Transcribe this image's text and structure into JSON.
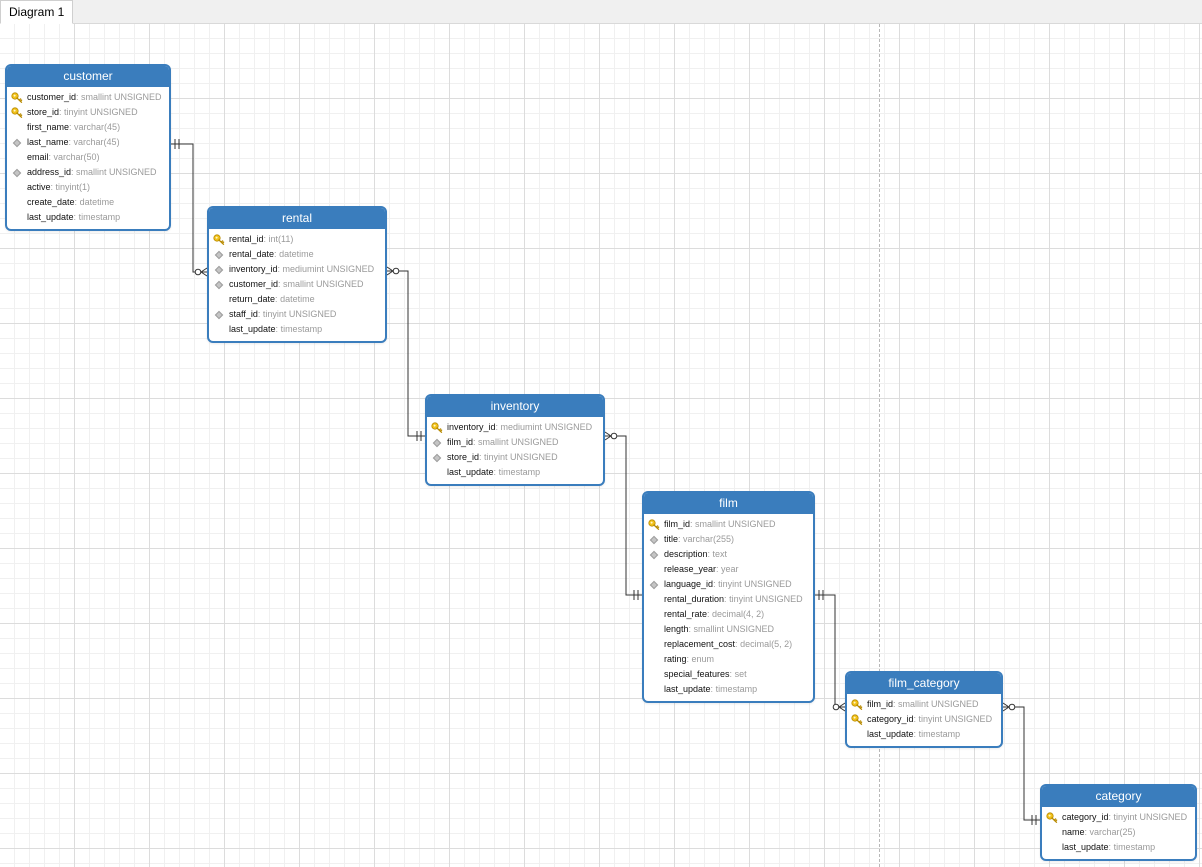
{
  "tab": {
    "label": "Diagram 1"
  },
  "tables": [
    {
      "name": "customer",
      "columns": [
        {
          "name": "customer_id",
          "type": "smallint UNSIGNED",
          "marker": "pk"
        },
        {
          "name": "store_id",
          "type": "tinyint UNSIGNED",
          "marker": "pk"
        },
        {
          "name": "first_name",
          "type": "varchar(45)",
          "marker": "none"
        },
        {
          "name": "last_name",
          "type": "varchar(45)",
          "marker": "idx"
        },
        {
          "name": "email",
          "type": "varchar(50)",
          "marker": "none"
        },
        {
          "name": "address_id",
          "type": "smallint UNSIGNED",
          "marker": "idx"
        },
        {
          "name": "active",
          "type": "tinyint(1)",
          "marker": "none"
        },
        {
          "name": "create_date",
          "type": "datetime",
          "marker": "none"
        },
        {
          "name": "last_update",
          "type": "timestamp",
          "marker": "none"
        }
      ]
    },
    {
      "name": "rental",
      "columns": [
        {
          "name": "rental_id",
          "type": "int(11)",
          "marker": "pk"
        },
        {
          "name": "rental_date",
          "type": "datetime",
          "marker": "idx"
        },
        {
          "name": "inventory_id",
          "type": "mediumint UNSIGNED",
          "marker": "idx"
        },
        {
          "name": "customer_id",
          "type": "smallint UNSIGNED",
          "marker": "idx"
        },
        {
          "name": "return_date",
          "type": "datetime",
          "marker": "none"
        },
        {
          "name": "staff_id",
          "type": "tinyint UNSIGNED",
          "marker": "idx"
        },
        {
          "name": "last_update",
          "type": "timestamp",
          "marker": "none"
        }
      ]
    },
    {
      "name": "inventory",
      "columns": [
        {
          "name": "inventory_id",
          "type": "mediumint UNSIGNED",
          "marker": "pk"
        },
        {
          "name": "film_id",
          "type": "smallint UNSIGNED",
          "marker": "idx"
        },
        {
          "name": "store_id",
          "type": "tinyint UNSIGNED",
          "marker": "idx"
        },
        {
          "name": "last_update",
          "type": "timestamp",
          "marker": "none"
        }
      ]
    },
    {
      "name": "film",
      "columns": [
        {
          "name": "film_id",
          "type": "smallint UNSIGNED",
          "marker": "pk"
        },
        {
          "name": "title",
          "type": "varchar(255)",
          "marker": "idx"
        },
        {
          "name": "description",
          "type": "text",
          "marker": "idx"
        },
        {
          "name": "release_year",
          "type": "year",
          "marker": "none"
        },
        {
          "name": "language_id",
          "type": "tinyint UNSIGNED",
          "marker": "idx"
        },
        {
          "name": "rental_duration",
          "type": "tinyint UNSIGNED",
          "marker": "none"
        },
        {
          "name": "rental_rate",
          "type": "decimal(4, 2)",
          "marker": "none"
        },
        {
          "name": "length",
          "type": "smallint UNSIGNED",
          "marker": "none"
        },
        {
          "name": "replacement_cost",
          "type": "decimal(5, 2)",
          "marker": "none"
        },
        {
          "name": "rating",
          "type": "enum",
          "marker": "none"
        },
        {
          "name": "special_features",
          "type": "set",
          "marker": "none"
        },
        {
          "name": "last_update",
          "type": "timestamp",
          "marker": "none"
        }
      ]
    },
    {
      "name": "film_category",
      "columns": [
        {
          "name": "film_id",
          "type": "smallint UNSIGNED",
          "marker": "pk"
        },
        {
          "name": "category_id",
          "type": "tinyint UNSIGNED",
          "marker": "pk"
        },
        {
          "name": "last_update",
          "type": "timestamp",
          "marker": "none"
        }
      ]
    },
    {
      "name": "category",
      "columns": [
        {
          "name": "category_id",
          "type": "tinyint UNSIGNED",
          "marker": "pk"
        },
        {
          "name": "name",
          "type": "varchar(25)",
          "marker": "none"
        },
        {
          "name": "last_update",
          "type": "timestamp",
          "marker": "none"
        }
      ]
    }
  ],
  "relations": [
    {
      "from_table": "customer",
      "to_table": "rental",
      "from_end": "one",
      "to_end": "many"
    },
    {
      "from_table": "rental",
      "to_table": "inventory",
      "from_end": "many",
      "to_end": "one"
    },
    {
      "from_table": "inventory",
      "to_table": "film",
      "from_end": "many",
      "to_end": "one"
    },
    {
      "from_table": "film",
      "to_table": "film_category",
      "from_end": "one",
      "to_end": "many"
    },
    {
      "from_table": "film_category",
      "to_table": "category",
      "from_end": "many",
      "to_end": "one"
    }
  ],
  "colors": {
    "header": "#3a7dbd",
    "border": "#3a7dbd",
    "type_text": "#9a9a9a",
    "key_icon": "#e8b600",
    "link": "#333333"
  }
}
